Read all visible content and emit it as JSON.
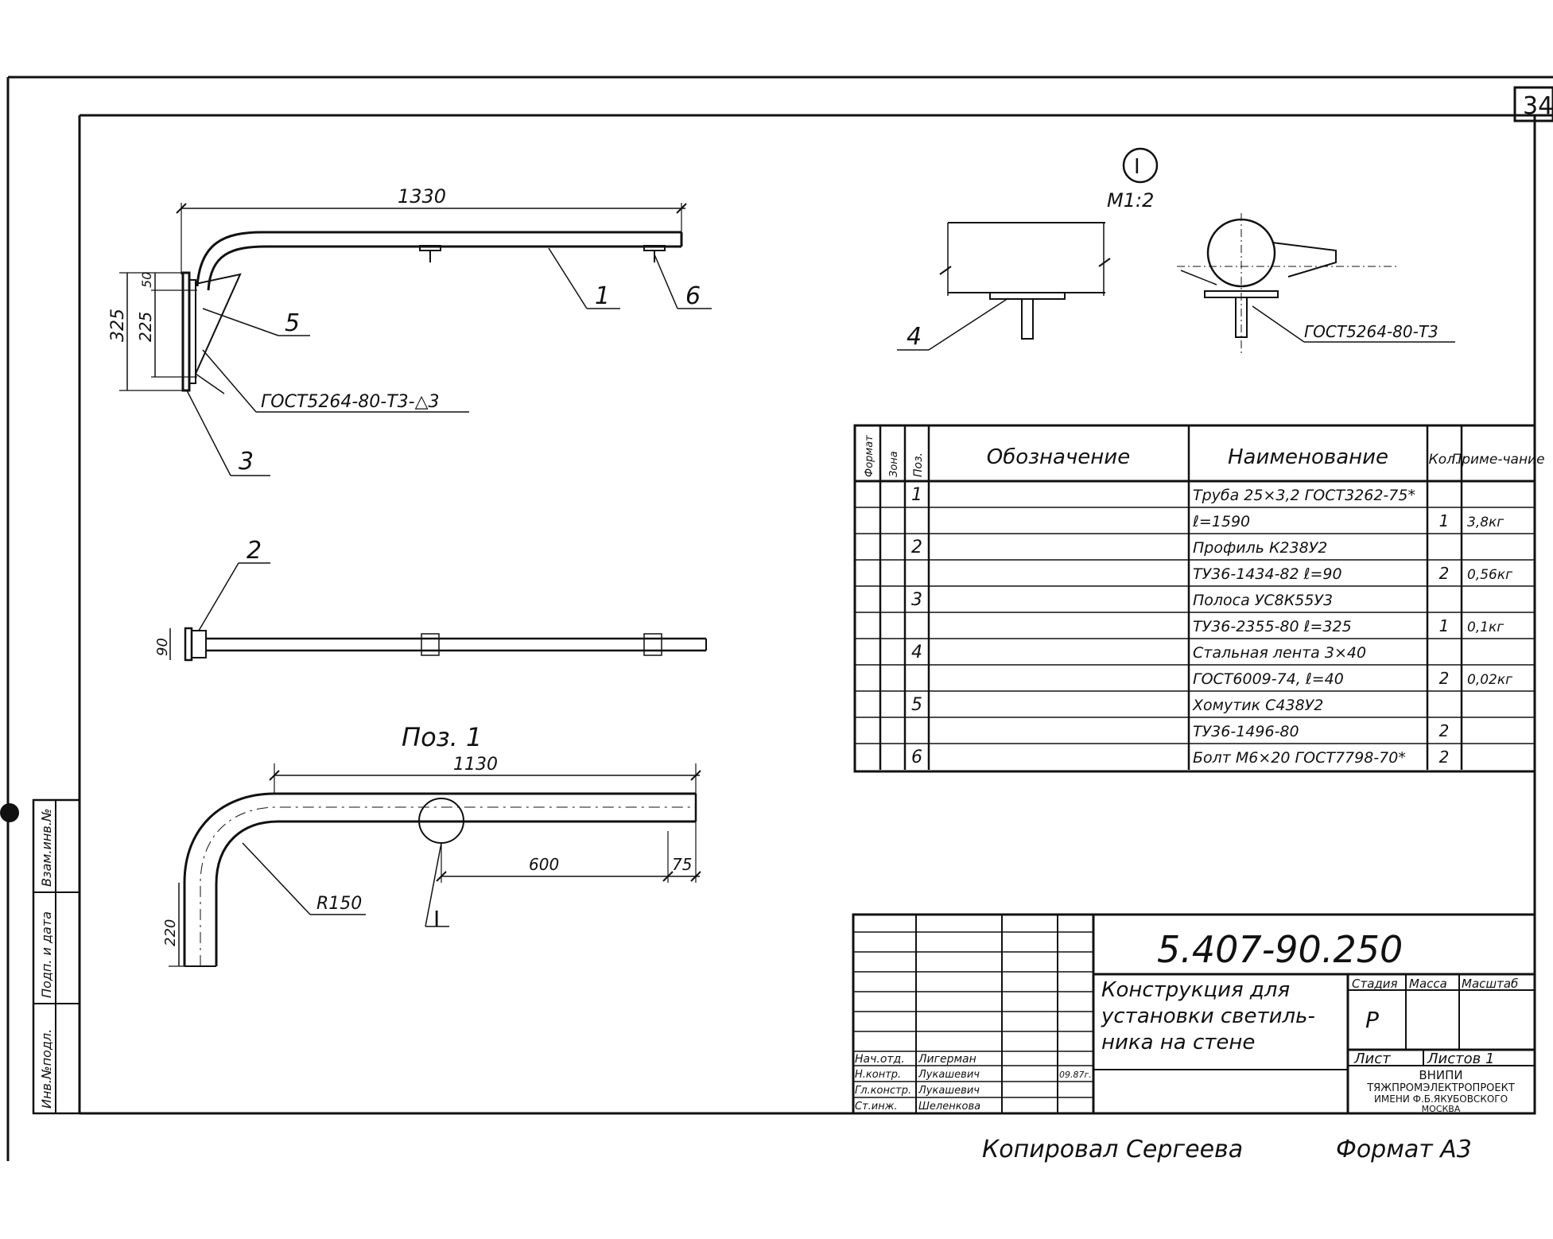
{
  "sheet_number": "34",
  "main_view": {
    "dim_length": "1330",
    "dim_height_total": "325",
    "dim_height_mid": "225",
    "dim_top": "50",
    "callouts": [
      "1",
      "6",
      "5",
      "3"
    ],
    "weld_note": "ГОСТ5264-80-Т3-△3"
  },
  "plan_view": {
    "callout": "2",
    "dim": "90"
  },
  "pos1_view": {
    "title": "Поз. 1",
    "dim_length": "1130",
    "dim_600": "600",
    "dim_75": "75",
    "dim_220": "220",
    "radius": "R150",
    "section_mark": "I"
  },
  "detail_view": {
    "marker": "I",
    "scale": "М1:2",
    "callout": "4",
    "weld_note": "ГОСТ5264-80-Т3"
  },
  "spec_table": {
    "headers": [
      "Формат",
      "Зона",
      "Поз.",
      "Обозначение",
      "Наименование",
      "Кол.",
      "Приме-чание"
    ],
    "rows": [
      {
        "pos": "1",
        "name": "Труба 25×3,2 ГОСТ3262-75*",
        "qty": "",
        "note": ""
      },
      {
        "pos": "",
        "name": "ℓ=1590",
        "qty": "1",
        "note": "3,8кг"
      },
      {
        "pos": "2",
        "name": "Профиль К238У2",
        "qty": "",
        "note": ""
      },
      {
        "pos": "",
        "name": "ТУ36-1434-82 ℓ=90",
        "qty": "2",
        "note": "0,56кг"
      },
      {
        "pos": "3",
        "name": "Полоса УС8К55У3",
        "qty": "",
        "note": ""
      },
      {
        "pos": "",
        "name": "ТУ36-2355-80 ℓ=325",
        "qty": "1",
        "note": "0,1кг"
      },
      {
        "pos": "4",
        "name": "Стальная лента 3×40",
        "qty": "",
        "note": ""
      },
      {
        "pos": "",
        "name": "ГОСТ6009-74, ℓ=40",
        "qty": "2",
        "note": "0,02кг"
      },
      {
        "pos": "5",
        "name": "Хомутик С438У2",
        "qty": "",
        "note": ""
      },
      {
        "pos": "",
        "name": "ТУ36-1496-80",
        "qty": "2",
        "note": ""
      },
      {
        "pos": "6",
        "name": "Болт М6×20 ГОСТ7798-70*",
        "qty": "2",
        "note": ""
      }
    ]
  },
  "title_block": {
    "doc_number": "5.407-90.250",
    "title_lines": [
      "Конструкция для",
      "установки светиль-",
      "ника на стене"
    ],
    "stage_label": "Стадия",
    "mass_label": "Масса",
    "scale_label": "Масштаб",
    "stage_value": "Р",
    "sheet_label": "Лист",
    "sheets_label": "Листов 1",
    "org_lines": [
      "ВНИПИ",
      "ТЯЖПРОМЭЛЕКТРОПРОЕКТ",
      "ИМЕНИ Ф.Б.ЯКУБОВСКОГО",
      "МОСКВА"
    ],
    "signatures": [
      {
        "role": "Нач.отд.",
        "name": "Лигерман",
        "date": ""
      },
      {
        "role": "Н.контр.",
        "name": "Лукашевич",
        "date": "09.87г."
      },
      {
        "role": "Гл.констр.",
        "name": "Лукашевич",
        "date": ""
      },
      {
        "role": "Ст.инж.",
        "name": "Шеленкова",
        "date": ""
      }
    ]
  },
  "left_strip": [
    "Взам.инв.№",
    "Подп. и дата",
    "Инв.№подл."
  ],
  "footer": {
    "copied": "Копировал  Сергеева",
    "format": "Формат А3"
  }
}
